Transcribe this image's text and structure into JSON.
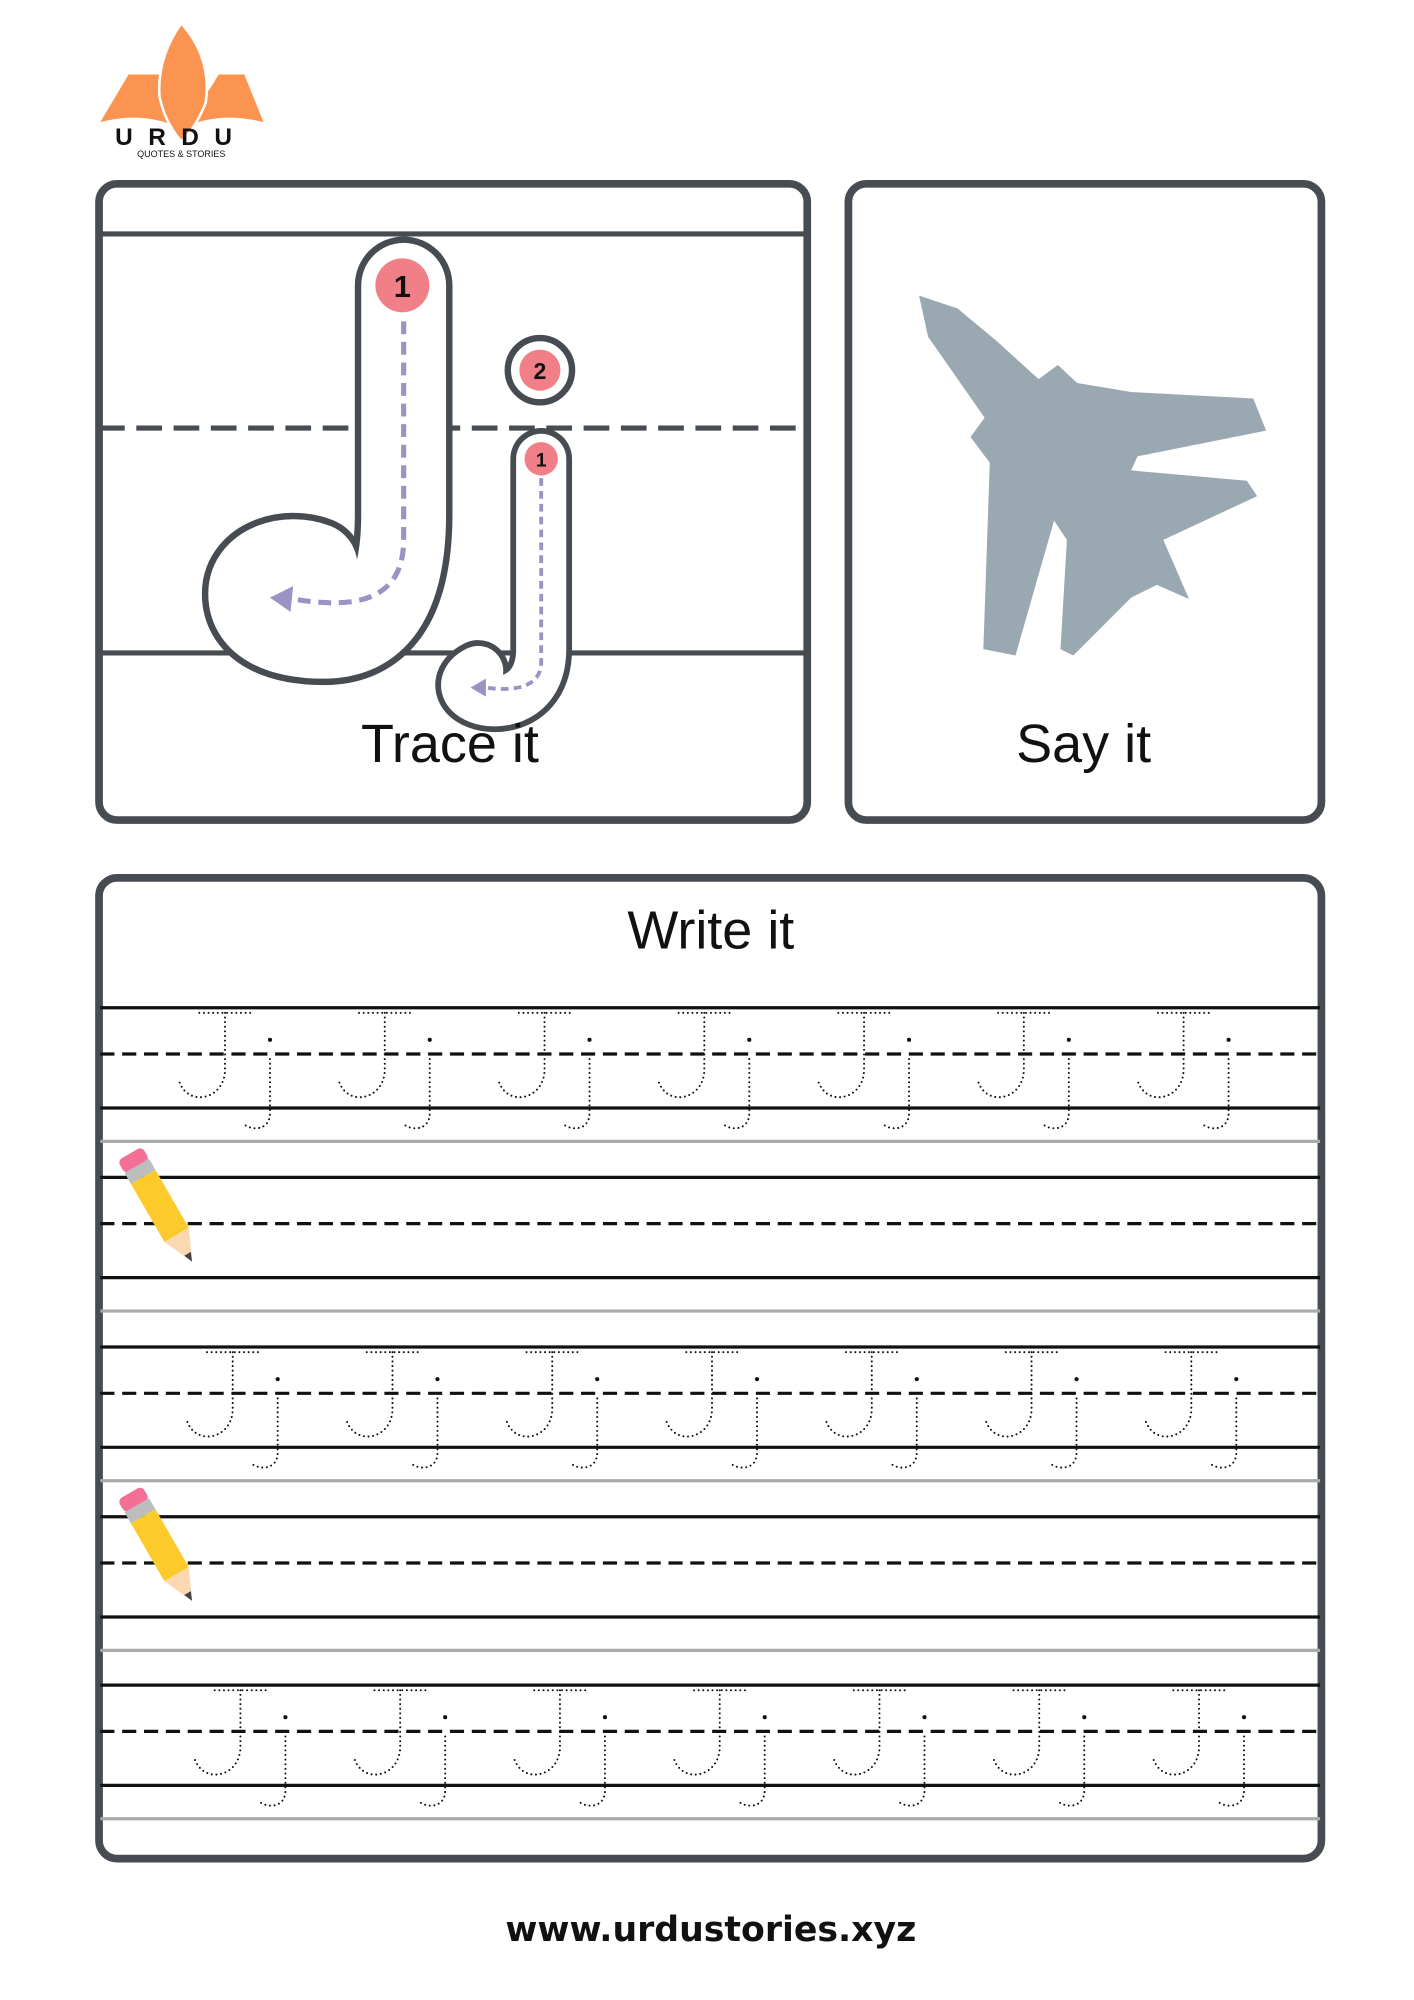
{
  "logo": {
    "title": "URDU",
    "subtitle": "QUOTES & STORIES"
  },
  "trace_panel": {
    "label": "Trace it",
    "step_numbers": [
      "1",
      "2",
      "1"
    ]
  },
  "say_panel": {
    "label": "Say it",
    "picture": "fighter-jet"
  },
  "write_panel": {
    "label": "Write it"
  },
  "footer": {
    "url": "www.urdustories.xyz"
  },
  "colors": {
    "border": "#474c52",
    "accent_pink": "#f07f88",
    "guide_purple": "#9b93c4",
    "plane": "#9aa8b1",
    "logo_orange": "#fb9450"
  }
}
